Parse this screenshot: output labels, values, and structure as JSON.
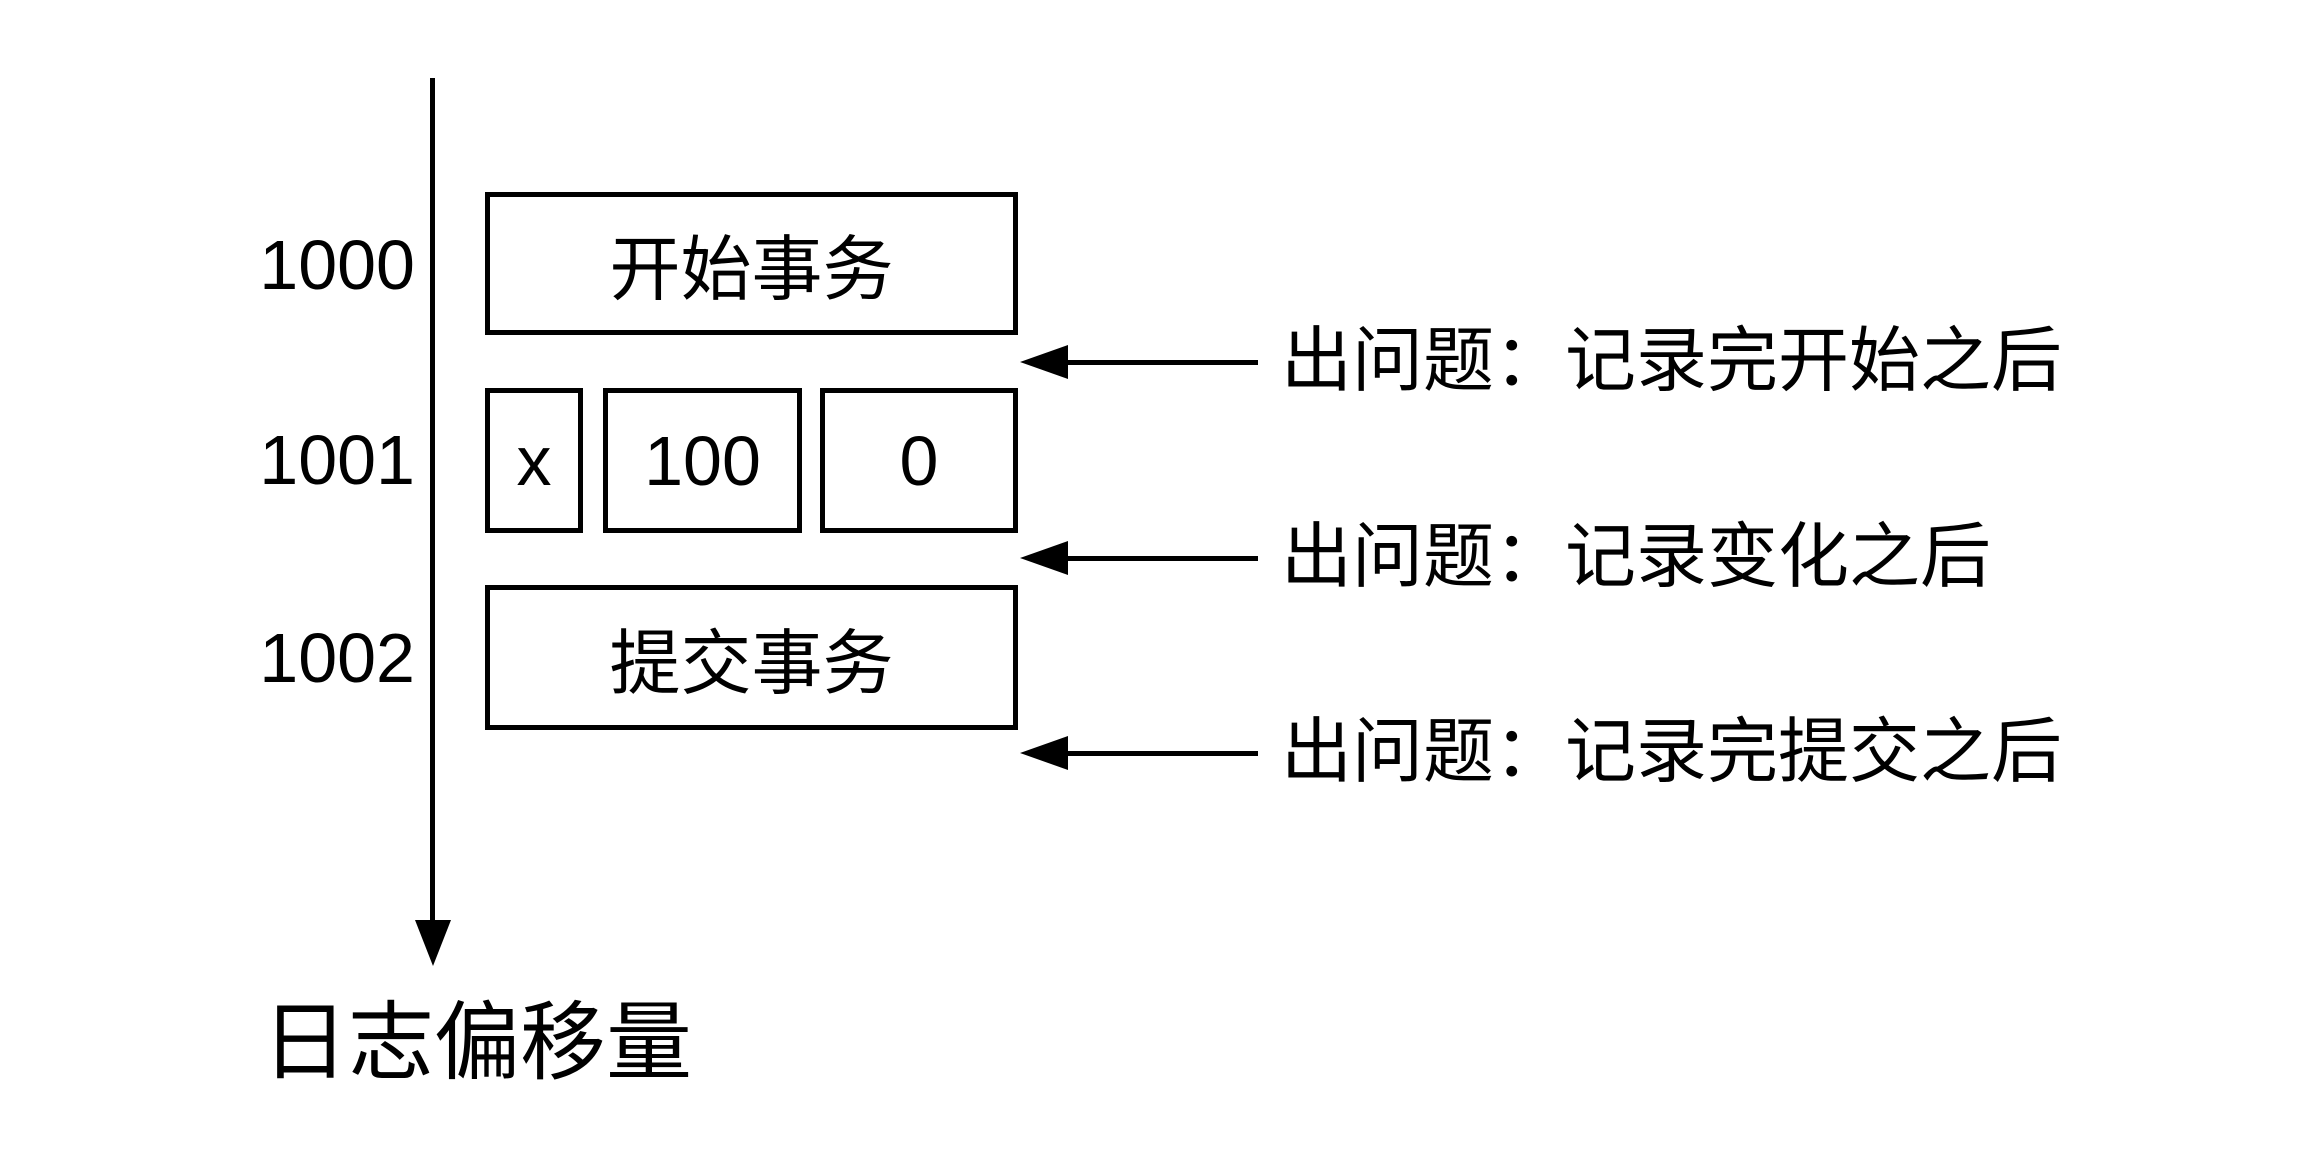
{
  "colors": {
    "foreground": "#000000",
    "background": "#ffffff"
  },
  "axis": {
    "label": "日志偏移量",
    "offsets": [
      "1000",
      "1001",
      "1002"
    ]
  },
  "transaction": {
    "begin_label": "开始事务",
    "record_cells": [
      "x",
      "100",
      "0"
    ],
    "commit_label": "提交事务"
  },
  "annotations": [
    "出问题：记录完开始之后",
    "出问题：记录变化之后",
    "出问题：记录完提交之后"
  ]
}
